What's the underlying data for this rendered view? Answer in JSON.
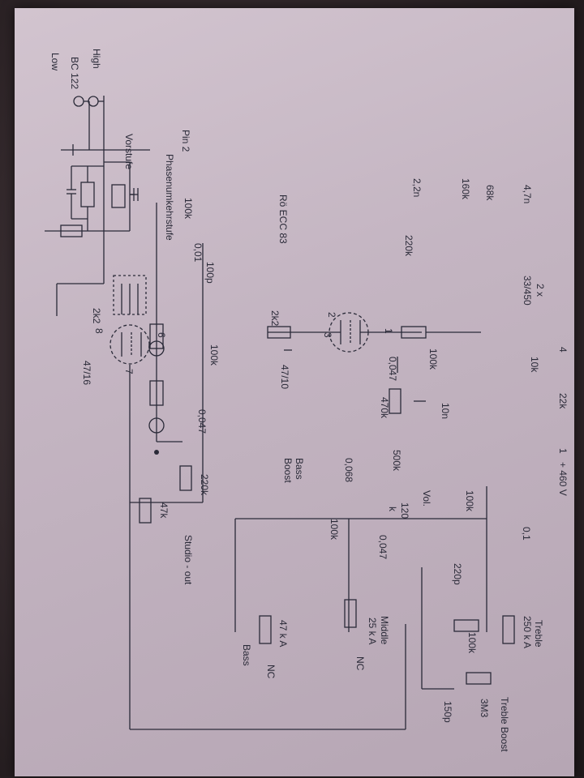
{
  "header": {
    "transistor_label": "BC 122",
    "preamp_label": "Vorstufe",
    "tube_label": "Rö ECC 83",
    "phase_label": "Phasenumkehrstufe"
  },
  "inputs": {
    "high": "High",
    "low": "Low"
  },
  "outputs": {
    "pin2": "Pin 2",
    "studio_out": "Studio - out",
    "supply": "+ 460 V",
    "node_4": "4",
    "node_1": "1"
  },
  "components": {
    "c_4n7": "4,7n",
    "r_68k": "68k",
    "r_160k": "160k",
    "c_2n2": "2,2n",
    "r_220k_a": "220k",
    "caps_multi": "2 x",
    "caps_multi_val": "33/450",
    "r_10k": "10k",
    "r_22k": "22k",
    "r_100k_a": "100k",
    "c_0047_a": "0,047",
    "r_2k2_a": "2k2",
    "c_47_10": "47/10",
    "r_470k": "470k",
    "c_10n": "10n",
    "c_100p": "100p",
    "c_001": "0,01",
    "r_100k_b": "100k",
    "r_100k_c": "100k",
    "r_2k2_b": "2k2",
    "c_47_16": "47/16",
    "c_0047_b": "0,047",
    "r_220k_b": "220k",
    "r_47k": "47k",
    "pot_500k": "500k",
    "vol": "Vol.",
    "r_120k": "120",
    "r_120k_suffix": "k",
    "c_0068": "0,068",
    "r_100k_d": "100k",
    "c_0047_c": "0,047",
    "r_100k_e": "100k",
    "c_01": "0,1",
    "c_220p": "220p",
    "r_100k_f": "100k",
    "c_150p": "150p",
    "r_3m3": "3M3",
    "bass_boost_1": "Bass",
    "bass_boost_2": "Boost",
    "treble": "Treble",
    "treble_val": "250 k A",
    "treble_boost": "Treble Boost",
    "middle": "Middle",
    "middle_val": "25 k A",
    "bass": "Bass",
    "bass_val": "47 k A",
    "nc_1": "NC",
    "nc_2": "NC",
    "pin_1": "1",
    "pin_2": "2",
    "pin_3": "3",
    "pin_6": "6",
    "pin_7": "7",
    "pin_8": "8"
  }
}
